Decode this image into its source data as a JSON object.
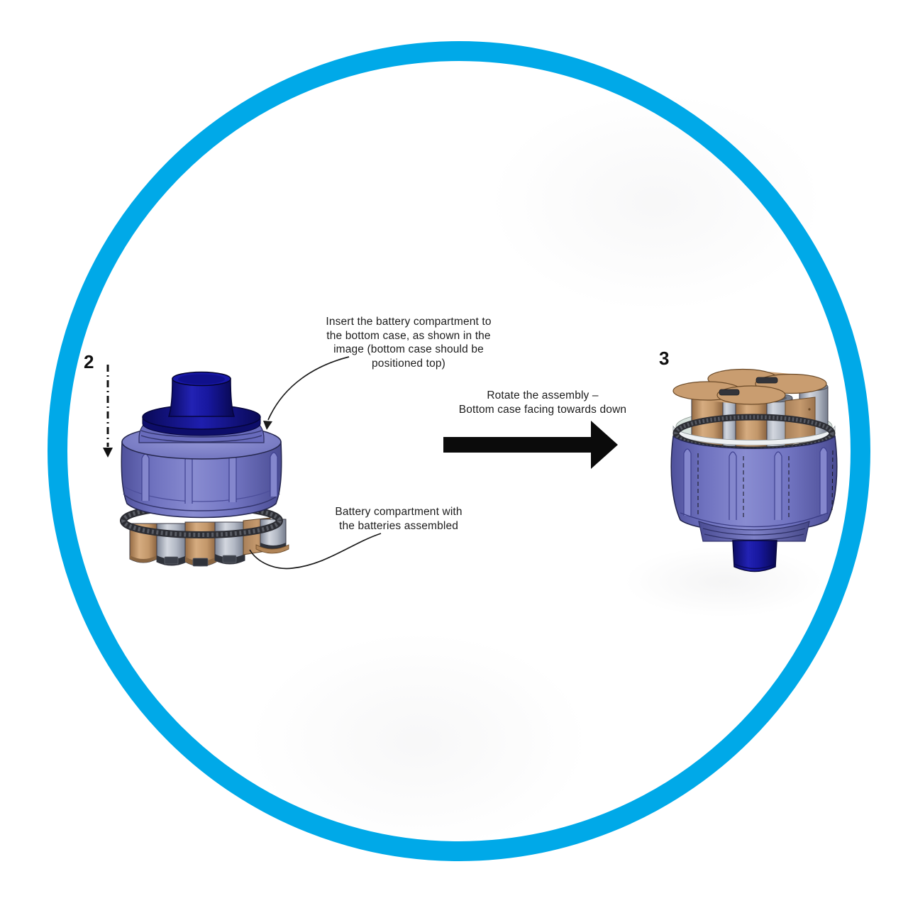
{
  "palette": {
    "ring_cyan": "#00A9E8",
    "arrow_black": "#0B0B0B",
    "text_color": "#1C1C1C",
    "case_periwinkle": "#7B7DC8",
    "case_navy": "#16169A",
    "battery_tan": "#C79A6C",
    "battery_silver": "#B4BAC6",
    "mesh_dark": "#303137"
  },
  "step_left": {
    "number": "2",
    "annotation_top": "Insert the battery compartment to\nthe bottom case, as shown in the\nimage (bottom case should be\npositioned top)",
    "annotation_bottom": "Battery compartment with\nthe batteries assembled"
  },
  "step_right": {
    "number": "3"
  },
  "transition": {
    "label": "Rotate the assembly –\nBottom case facing towards down"
  },
  "icons": {
    "transition_arrow": "right-arrow",
    "step2_direction": "down-dash-dot-arrow",
    "leaders": [
      "curved-leader-to-case-top",
      "curved-leader-to-battery-pack"
    ]
  }
}
